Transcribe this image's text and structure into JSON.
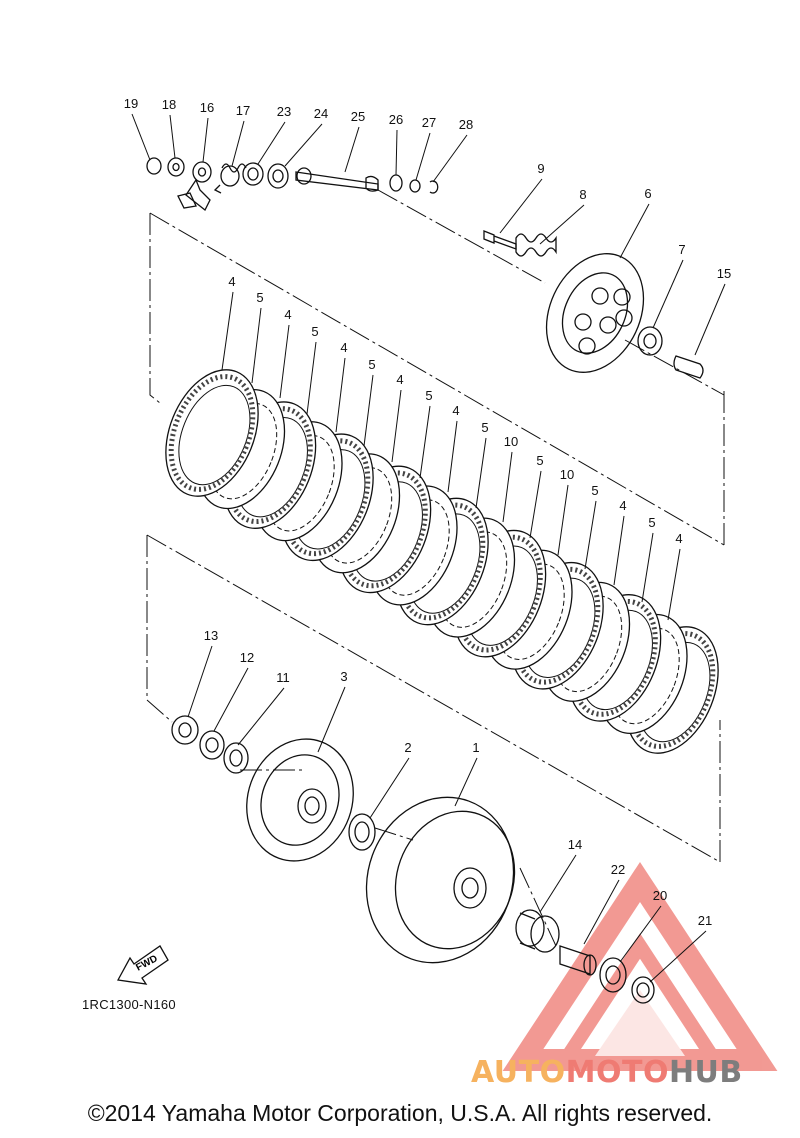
{
  "diagram": {
    "part_code": "1RC1300-N160",
    "fwd_label": "FWD",
    "copyright": "©2014 Yamaha Motor Corporation, U.S.A. All rights reserved.",
    "brand": {
      "part1": "AUTO",
      "part2": "MOTO",
      "part3": "HUB"
    },
    "colors": {
      "line": "#111111",
      "watermark_red": "#e8473c",
      "watermark_orange": "#f6b25f",
      "watermark_gray": "#7d7d7d"
    },
    "callouts": [
      {
        "n": "19"
      },
      {
        "n": "18"
      },
      {
        "n": "16"
      },
      {
        "n": "17"
      },
      {
        "n": "23"
      },
      {
        "n": "24"
      },
      {
        "n": "25"
      },
      {
        "n": "26"
      },
      {
        "n": "27"
      },
      {
        "n": "28"
      },
      {
        "n": "9"
      },
      {
        "n": "8"
      },
      {
        "n": "6"
      },
      {
        "n": "7"
      },
      {
        "n": "15"
      },
      {
        "n": "4"
      },
      {
        "n": "5"
      },
      {
        "n": "4"
      },
      {
        "n": "5"
      },
      {
        "n": "4"
      },
      {
        "n": "5"
      },
      {
        "n": "4"
      },
      {
        "n": "5"
      },
      {
        "n": "4"
      },
      {
        "n": "5"
      },
      {
        "n": "10"
      },
      {
        "n": "5"
      },
      {
        "n": "10"
      },
      {
        "n": "5"
      },
      {
        "n": "4"
      },
      {
        "n": "5"
      },
      {
        "n": "4"
      },
      {
        "n": "13"
      },
      {
        "n": "12"
      },
      {
        "n": "11"
      },
      {
        "n": "3"
      },
      {
        "n": "2"
      },
      {
        "n": "1"
      },
      {
        "n": "14"
      },
      {
        "n": "22"
      },
      {
        "n": "20"
      },
      {
        "n": "21"
      }
    ]
  }
}
